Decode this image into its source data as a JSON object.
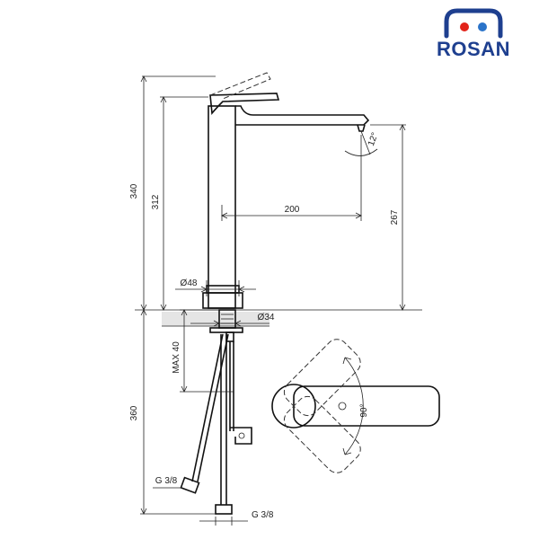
{
  "brand": {
    "name": "ROSAN",
    "colors": {
      "primary": "#1e3f8f",
      "accent_red": "#e2231a",
      "accent_blue": "#2a73c9"
    }
  },
  "dimensions": {
    "total_height": "340",
    "body_height": "312",
    "spout_height": "267",
    "spout_reach": "200",
    "spout_angle": "12°",
    "base_diameter": "Ø48",
    "thread_diameter": "Ø34",
    "max_thickness": "MAX 40",
    "hose_length": "360",
    "hose_thread_left": "G 3/8",
    "hose_thread_bottom": "G 3/8",
    "handle_rotation": "90°"
  }
}
